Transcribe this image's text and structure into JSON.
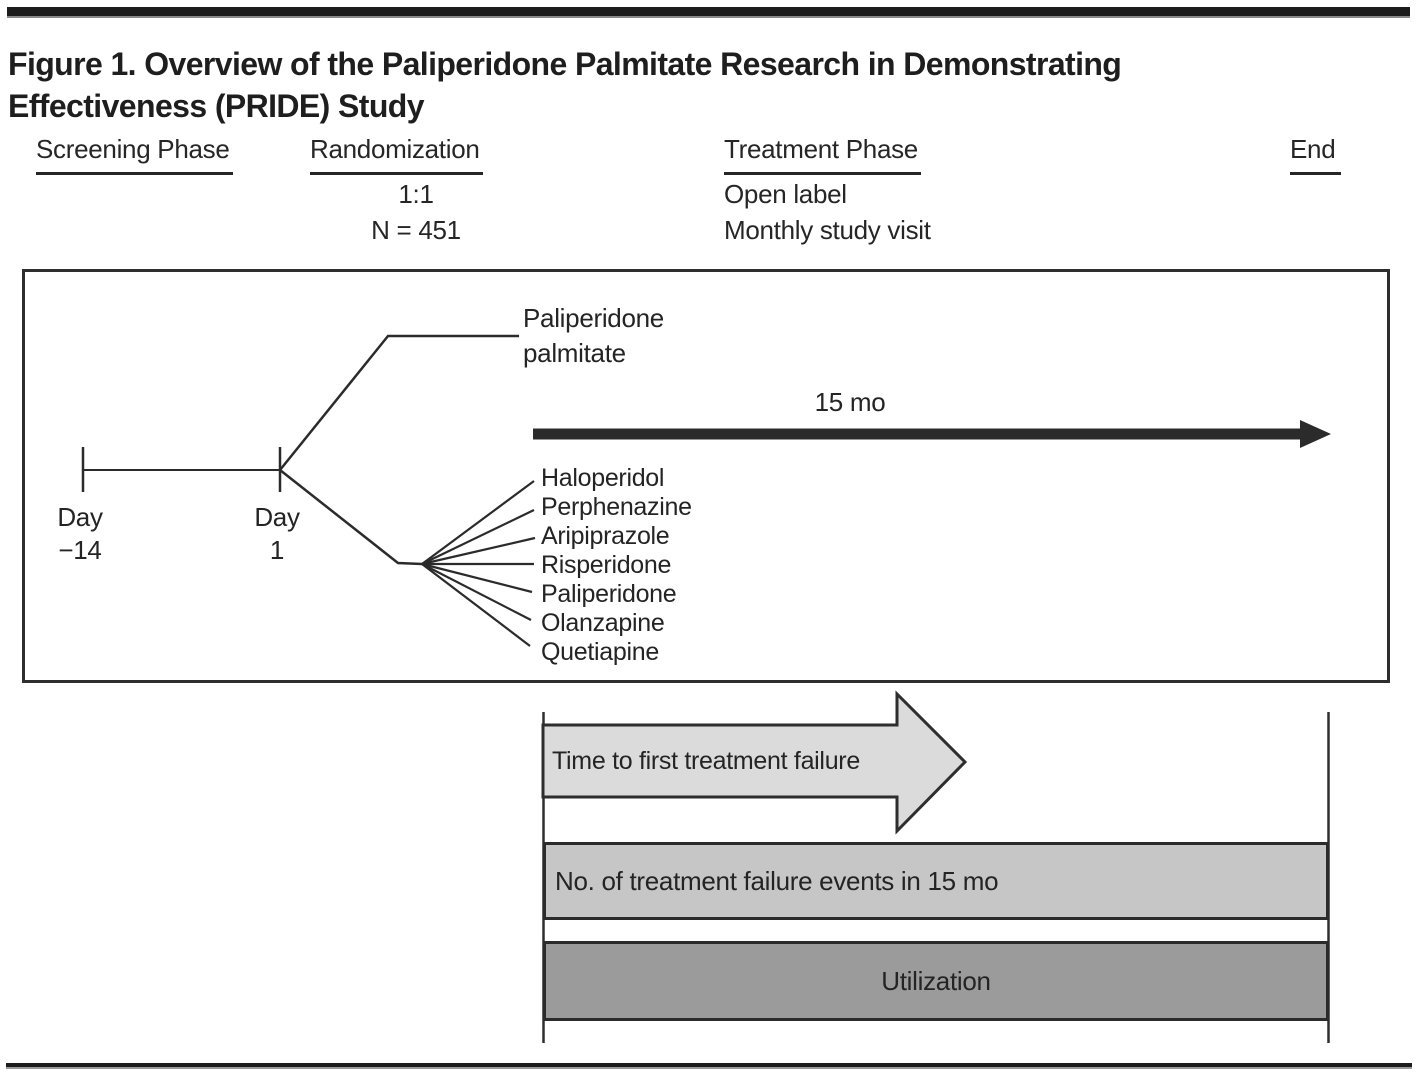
{
  "figure": {
    "title": "Figure 1. Overview of the Paliperidone Palmitate Research in Demonstrating Effectiveness (PRIDE) Study"
  },
  "phase_headers": {
    "screening": "Screening Phase",
    "randomization": "Randomization",
    "treatment": "Treatment Phase",
    "end": "End"
  },
  "randomization_details": {
    "ratio": "1:1",
    "sample_size": "N = 451"
  },
  "treatment_details": {
    "open_label": "Open label",
    "visit_schedule": "Monthly study visit"
  },
  "timeline": {
    "start_day_label": "Day",
    "start_day_value": "−14",
    "randomization_day_label": "Day",
    "randomization_day_value": "1",
    "treatment_duration": "15 mo"
  },
  "arms": {
    "paliperidone_arm": {
      "line1": "Paliperidone",
      "line2": "palmitate"
    },
    "oral_comparator_drugs": [
      "Haloperidol",
      "Perphenazine",
      "Aripiprazole",
      "Risperidone",
      "Paliperidone",
      "Olanzapine",
      "Quetiapine"
    ]
  },
  "outcome_bars": {
    "primary": "Time to first treatment failure",
    "secondary": "No. of treatment failure events in 15 mo",
    "tertiary": "Utilization"
  },
  "colors": {
    "primary_bar_fill": "#dbdbdb",
    "secondary_bar_fill": "#c6c6c6",
    "tertiary_bar_fill": "#9b9b9b",
    "line_color": "#2b2b2b"
  }
}
